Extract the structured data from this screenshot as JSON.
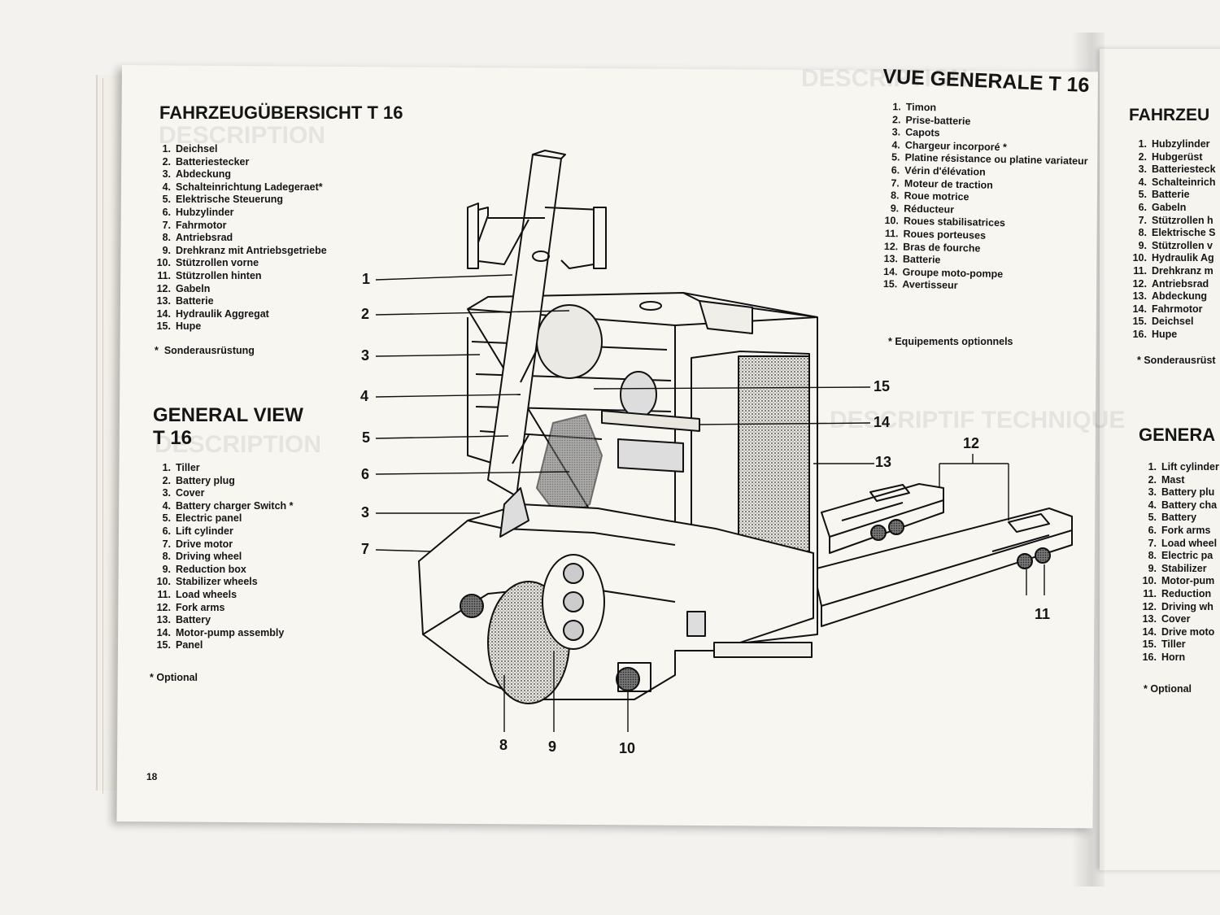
{
  "page_number": "18",
  "german": {
    "title": "FAHRZEUGÜBERSICHT T 16",
    "items": [
      "Deichsel",
      "Batteriestecker",
      "Abdeckung",
      "Schalteinrichtung Ladegeraet*",
      "Elektrische Steuerung",
      "Hubzylinder",
      "Fahrmotor",
      "Antriebsrad",
      "Drehkranz mit Antriebsgetriebe",
      "Stützrollen vorne",
      "Stützrollen hinten",
      "Gabeln",
      "Batterie",
      "Hydraulik Aggregat",
      "Hupe"
    ],
    "note": "Sonderausrüstung"
  },
  "english": {
    "title_line1": "GENERAL VIEW",
    "title_line2": "T 16",
    "items": [
      "Tiller",
      "Battery plug",
      "Cover",
      "Battery charger Switch *",
      "Electric panel",
      "Lift cylinder",
      "Drive motor",
      "Driving wheel",
      "Reduction box",
      "Stabilizer wheels",
      "Load wheels",
      "Fork arms",
      "Battery",
      "Motor-pump assembly",
      "Panel"
    ],
    "note": "Optional"
  },
  "french": {
    "title": "VUE GENERALE T 16",
    "items": [
      "Timon",
      "Prise-batterie",
      "Capots",
      "Chargeur incorporé *",
      "Platine résistance ou platine variateur",
      "Vérin d'élévation",
      "Moteur de traction",
      "Roue motrice",
      "Réducteur",
      "Roues stabilisatrices",
      "Roues porteuses",
      "Bras de fourche",
      "Batterie",
      "Groupe moto-pompe",
      "Avertisseur"
    ],
    "note": "Equipements optionnels"
  },
  "next_page": {
    "title": "FAHRZEU",
    "items": [
      "Hubzylinder",
      "Hubgerüst",
      "Batteriesteck",
      "Schalteinrich",
      "Batterie",
      "Gabeln",
      "Stützrollen h",
      "Elektrische S",
      "Stützrollen v",
      "Hydraulik Ag",
      "Drehkranz m",
      "Antriebsrad",
      "Abdeckung",
      "Fahrmotor",
      "Deichsel",
      "Hupe"
    ],
    "note": "Sonderausrüst",
    "title2": "GENERA",
    "items2": [
      "Lift cylinder",
      "Mast",
      "Battery plu",
      "Battery cha",
      "Battery",
      "Fork arms",
      "Load wheel",
      "Electric pa",
      "Stabilizer",
      "Motor-pum",
      "Reduction",
      "Driving wh",
      "Cover",
      "Drive moto",
      "Tiller",
      "Horn"
    ],
    "note2": "Optional"
  },
  "callouts": {
    "c1": "1",
    "c2": "2",
    "c3a": "3",
    "c4": "4",
    "c5": "5",
    "c6": "6",
    "c3b": "3",
    "c7": "7",
    "c8": "8",
    "c9": "9",
    "c10": "10",
    "c11": "11",
    "c12": "12",
    "c13": "13",
    "c14": "14",
    "c15": "15"
  }
}
